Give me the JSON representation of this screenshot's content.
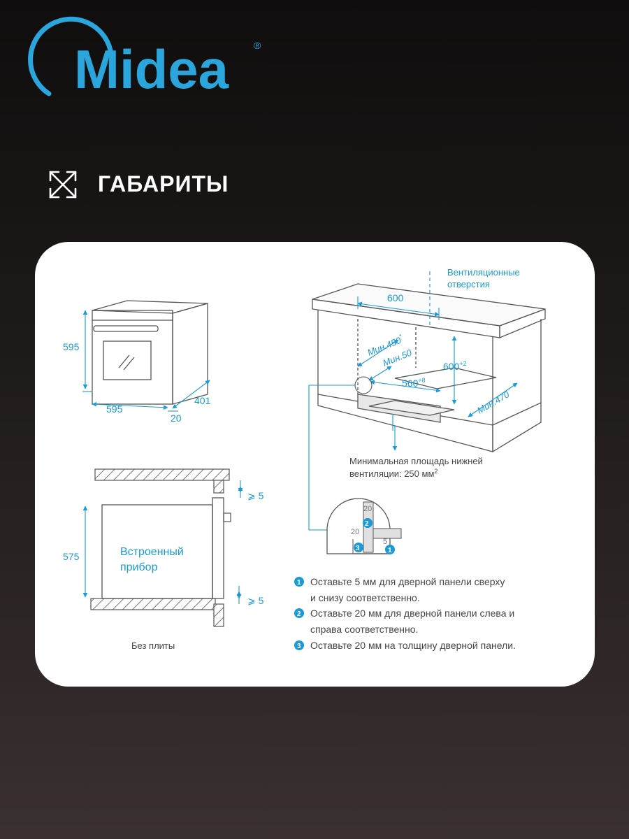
{
  "brand": {
    "name": "Midea",
    "registered": "®",
    "color": "#2aa6dd"
  },
  "section": {
    "title": "ГАБАРИТЫ",
    "icon": "expand-arrows-icon"
  },
  "colors": {
    "accent": "#1a9ad6",
    "line": "#555555",
    "card": "#ffffff"
  },
  "oven_dims": {
    "height": "595",
    "width": "595",
    "depth": "401",
    "door": "20"
  },
  "cabinet_dims": {
    "vent_label_line1": "Вентиляционные",
    "vent_label_line2": "отверстия",
    "top_width": "600",
    "min_450": "Мин.450",
    "min_450_sup": "*",
    "min_50": "Мин.50",
    "height_600": "600",
    "height_600_sup": "+2",
    "width_560": "560",
    "width_560_sup": "+8",
    "min_470": "Мин.470",
    "bottom_vent_line1": "Минимальная площадь нижней",
    "bottom_vent_line2": "вентиляции: 250 мм",
    "bottom_vent_sup": "2"
  },
  "side_view": {
    "gap_top": "⩾ 5",
    "gap_bottom": "⩾ 5",
    "height": "575",
    "appliance_line1": "Встроенный",
    "appliance_line2": "прибор",
    "caption": "Без плиты"
  },
  "detail": {
    "v20_top": "20",
    "v20_left": "20",
    "v5": "5",
    "m1": "1",
    "m2": "2",
    "m3": "3"
  },
  "notes": [
    {
      "num": "1",
      "line1": "Оставьте 5 мм для дверной панели сверху",
      "line2": "и снизу соответственно."
    },
    {
      "num": "2",
      "line1": "Оставьте 20 мм для дверной панели слева и",
      "line2": "справа соответственно."
    },
    {
      "num": "3",
      "line1": "Оставьте 20 мм на толщину дверной панели.",
      "line2": ""
    }
  ]
}
